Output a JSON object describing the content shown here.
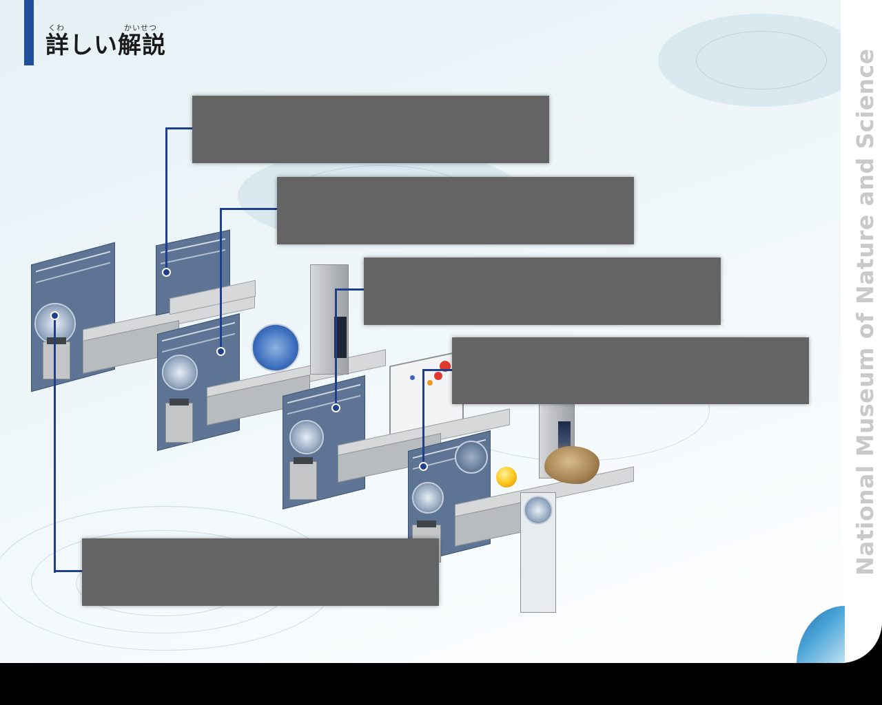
{
  "header": {
    "title": "詳しい解説",
    "ruby_kuwa": "くわ",
    "ruby_kaisetsu": "かいせつ"
  },
  "side_label": "National Museum of Nature and Science",
  "colors": {
    "accent": "#1e4fa0",
    "callout_line": "#1f3f8e",
    "callout_box": "#646464",
    "side_label": "#c9c9c9"
  },
  "callouts": [
    {
      "id": "callout-1",
      "text": ""
    },
    {
      "id": "callout-2",
      "text": ""
    },
    {
      "id": "callout-3",
      "text": ""
    },
    {
      "id": "callout-4",
      "text": ""
    },
    {
      "id": "callout-5",
      "text": ""
    }
  ]
}
